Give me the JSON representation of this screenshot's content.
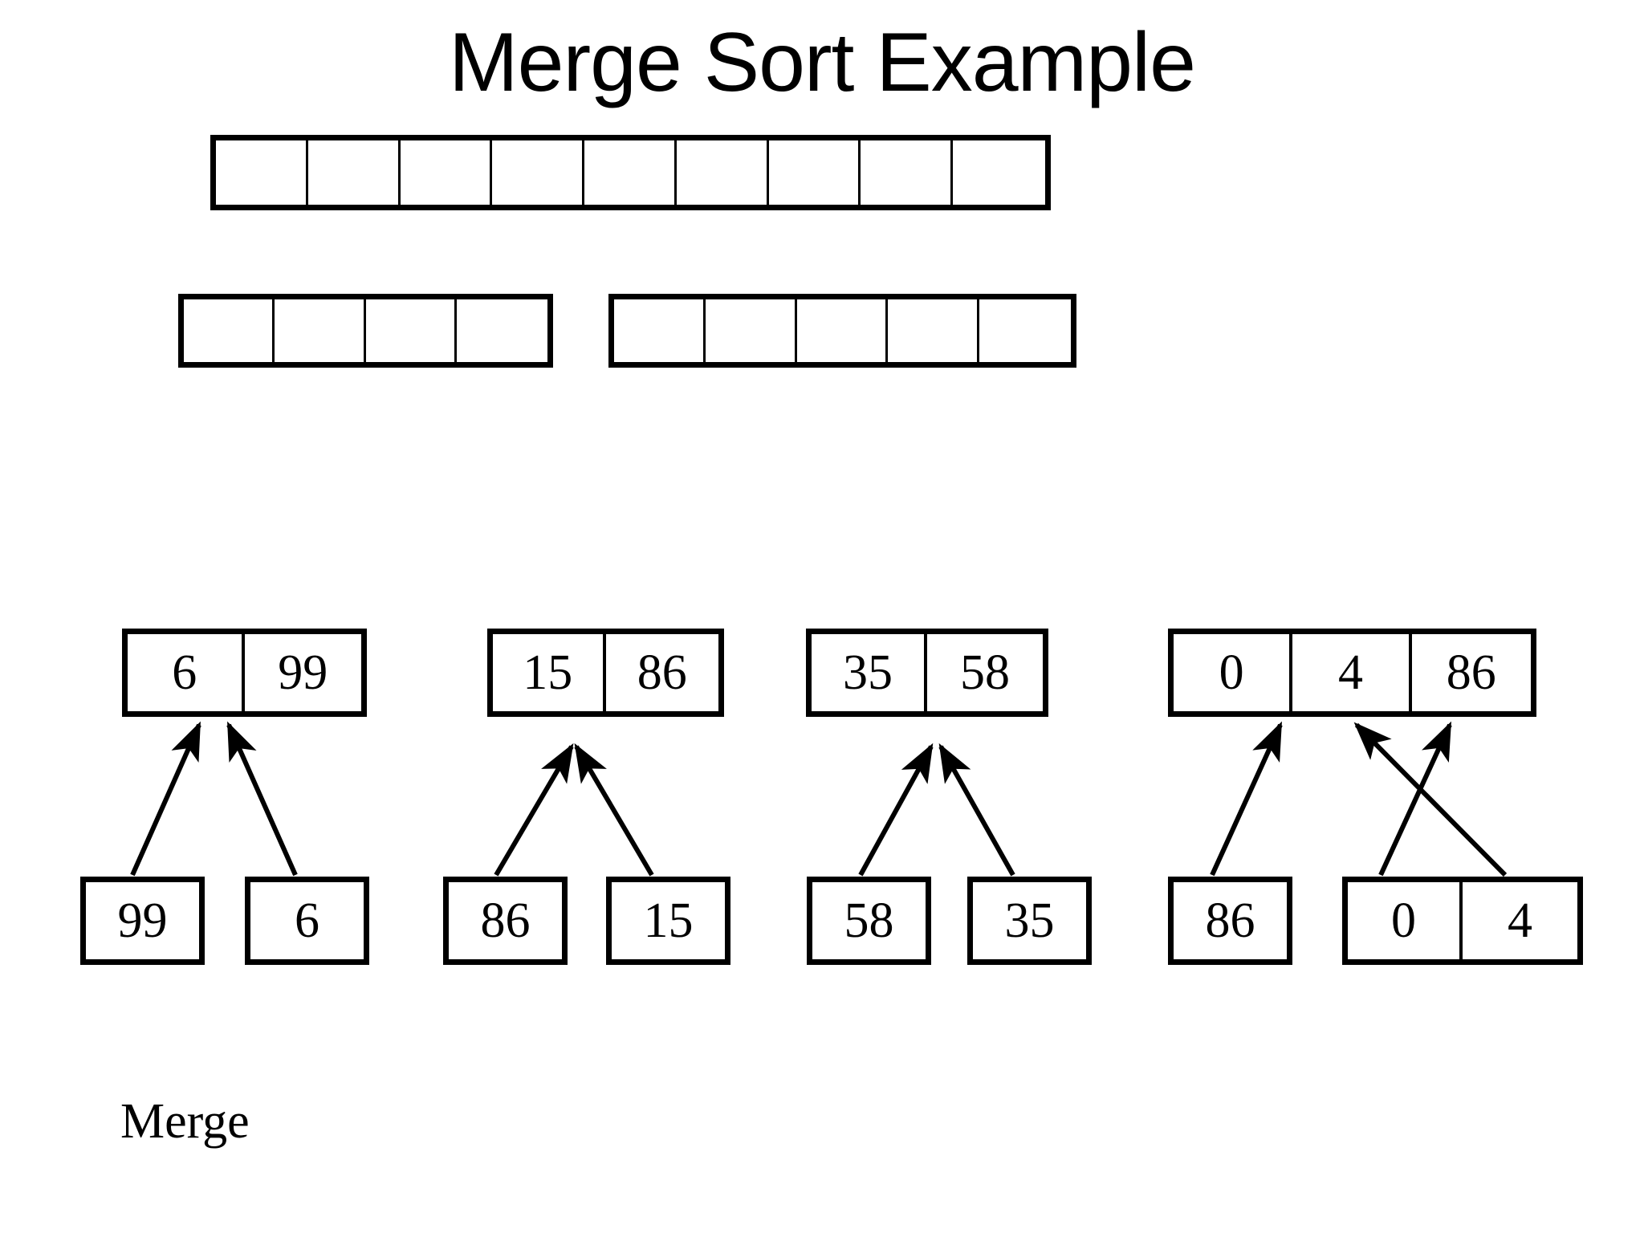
{
  "slide": {
    "title": "Merge Sort Example",
    "bottom_label": "Merge",
    "background_color": "#ffffff",
    "line_color": "#000000"
  },
  "levels": {
    "level1": {
      "name": "full-array",
      "cell_count": 9,
      "cells": [
        "",
        "",
        "",
        "",
        "",
        "",
        "",
        "",
        ""
      ]
    },
    "level2": {
      "name": "halves",
      "arrays": [
        {
          "name": "left-half",
          "cell_count": 4,
          "cells": [
            "",
            "",
            "",
            ""
          ]
        },
        {
          "name": "right-half",
          "cell_count": 5,
          "cells": [
            "",
            "",
            "",
            "",
            ""
          ]
        }
      ]
    },
    "level3": {
      "name": "merged-pairs",
      "arrays": [
        {
          "name": "merged-group-1",
          "cells": [
            "6",
            "99"
          ]
        },
        {
          "name": "merged-group-2",
          "cells": [
            "15",
            "86"
          ]
        },
        {
          "name": "merged-group-3",
          "cells": [
            "35",
            "58"
          ]
        },
        {
          "name": "merged-group-4",
          "cells": [
            "0",
            "4",
            "86"
          ]
        }
      ]
    },
    "level4": {
      "name": "leaf-values",
      "arrays": [
        {
          "name": "leaf-1",
          "cells": [
            "99"
          ]
        },
        {
          "name": "leaf-2",
          "cells": [
            "6"
          ]
        },
        {
          "name": "leaf-3",
          "cells": [
            "86"
          ]
        },
        {
          "name": "leaf-4",
          "cells": [
            "15"
          ]
        },
        {
          "name": "leaf-5",
          "cells": [
            "58"
          ]
        },
        {
          "name": "leaf-6",
          "cells": [
            "35"
          ]
        },
        {
          "name": "leaf-7",
          "cells": [
            "86"
          ]
        },
        {
          "name": "leaf-8",
          "cells": [
            "0",
            "4"
          ]
        }
      ]
    }
  },
  "arrows": {
    "description": "merge-arrows pointing upward from leaf boxes into merged pair boxes",
    "count": 9
  }
}
